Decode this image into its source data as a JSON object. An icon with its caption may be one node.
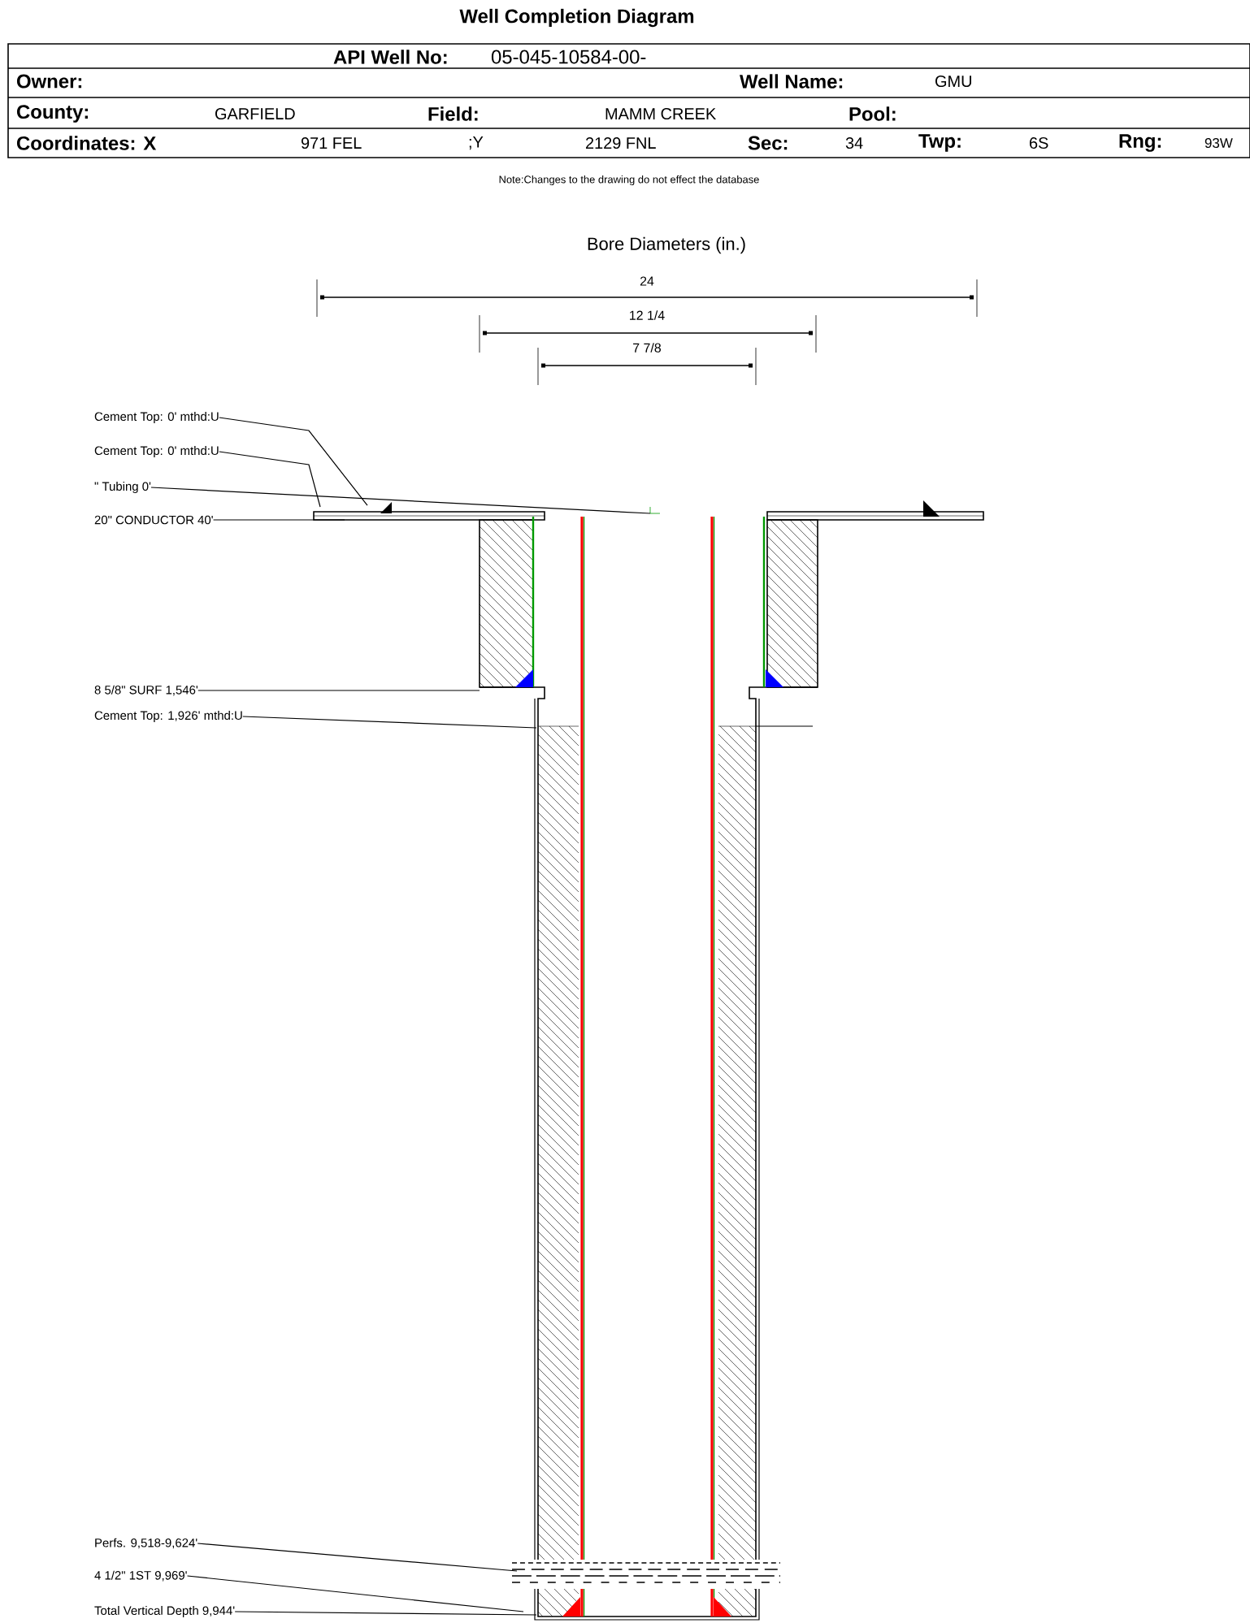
{
  "diagram": {
    "title": "Well Completion Diagram",
    "nodes": [
      {
        "text": [
          "Cement Top: 0' mthd:U"
        ]
      },
      {
        "text": [
          "Cement Top: 0' mthd:U"
        ]
      },
      {
        "text": [
          "\" Tubing 0'"
        ]
      },
      {
        "text": [
          "20\" CONDUCTOR  40'"
        ]
      },
      {
        "text": [
          "8 5/8\" SURF       1,546'"
        ]
      },
      {
        "text": [
          "Cement Top: 1,926' mthd:U"
        ]
      },
      {
        "text": [
          "Perfs. 9,518-9,624'"
        ]
      },
      {
        "text": [
          "4 1/2\" 1ST        9,969'"
        ]
      },
      {
        "text": [
          "Total Vertical Depth 9,944'"
        ]
      },
      {
        "text": [],
        "shape": "picture"
      }
    ],
    "edges": [
      {
        "from": 0,
        "to": 9,
        "arrow": "none"
      },
      {
        "from": 1,
        "to": 9,
        "arrow": "none"
      },
      {
        "from": 2,
        "to": 9,
        "arrow": "none"
      },
      {
        "from": 3,
        "to": 9,
        "arrow": "none"
      },
      {
        "from": 4,
        "to": 9,
        "arrow": "none"
      },
      {
        "from": 5,
        "to": 9,
        "arrow": "none"
      },
      {
        "from": 6,
        "to": 9,
        "arrow": "none"
      },
      {
        "from": 7,
        "to": 9,
        "arrow": "none"
      },
      {
        "from": 8,
        "to": 9,
        "arrow": "none"
      }
    ],
    "labels": [
      "API Well No:",
      "05-045-10584-00-",
      "Owner:",
      "Well Name:",
      "GMU",
      "County:",
      "GARFIELD",
      "Field:",
      "MAMM CREEK",
      "Pool:",
      "Coordinates: X",
      "971 FEL",
      ";Y",
      "2129 FNL",
      "Sec:",
      "34",
      "Twp:",
      "6S",
      "Rng:",
      "93W",
      "Note:Changes to the drawing do not effect the database",
      "Bore Diameters (in.)",
      "24",
      "12 1/4",
      "7 7/8"
    ]
  }
}
